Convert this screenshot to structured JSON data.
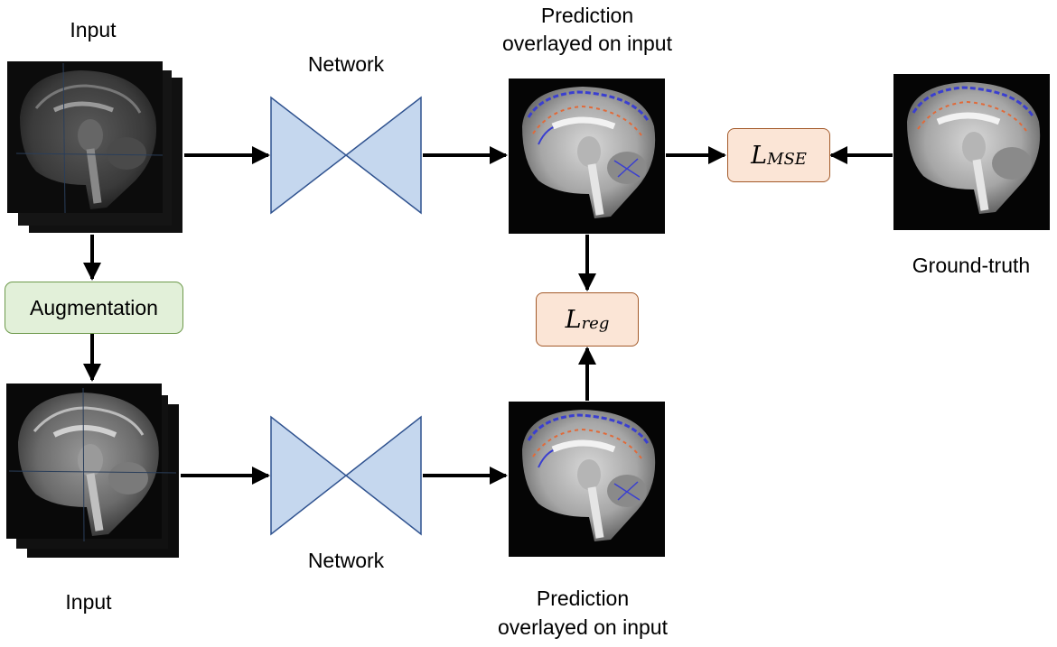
{
  "labels": {
    "input_top": "Input",
    "input_bottom": "Input",
    "network_top": "Network",
    "network_bottom": "Network",
    "prediction_top_line1": "Prediction",
    "prediction_top_line2": "overlayed on input",
    "prediction_bottom_line1": "Prediction",
    "prediction_bottom_line2": "overlayed on input",
    "ground_truth": "Ground-truth",
    "augmentation": "Augmentation"
  },
  "losses": {
    "mse": {
      "base": "L",
      "sub": "MSE"
    },
    "reg": {
      "base": "L",
      "sub": "reg"
    }
  },
  "colors": {
    "network_fill": "#c5d7ee",
    "network_stroke": "#2f528f",
    "loss_fill": "#fbe5d6",
    "loss_stroke": "#a35a2a",
    "aug_fill": "#e2f0d9",
    "aug_stroke": "#6e9a4c",
    "arrow": "#000000",
    "overlay_blue": "#3a3fd0",
    "overlay_orange": "#e06a3a"
  }
}
